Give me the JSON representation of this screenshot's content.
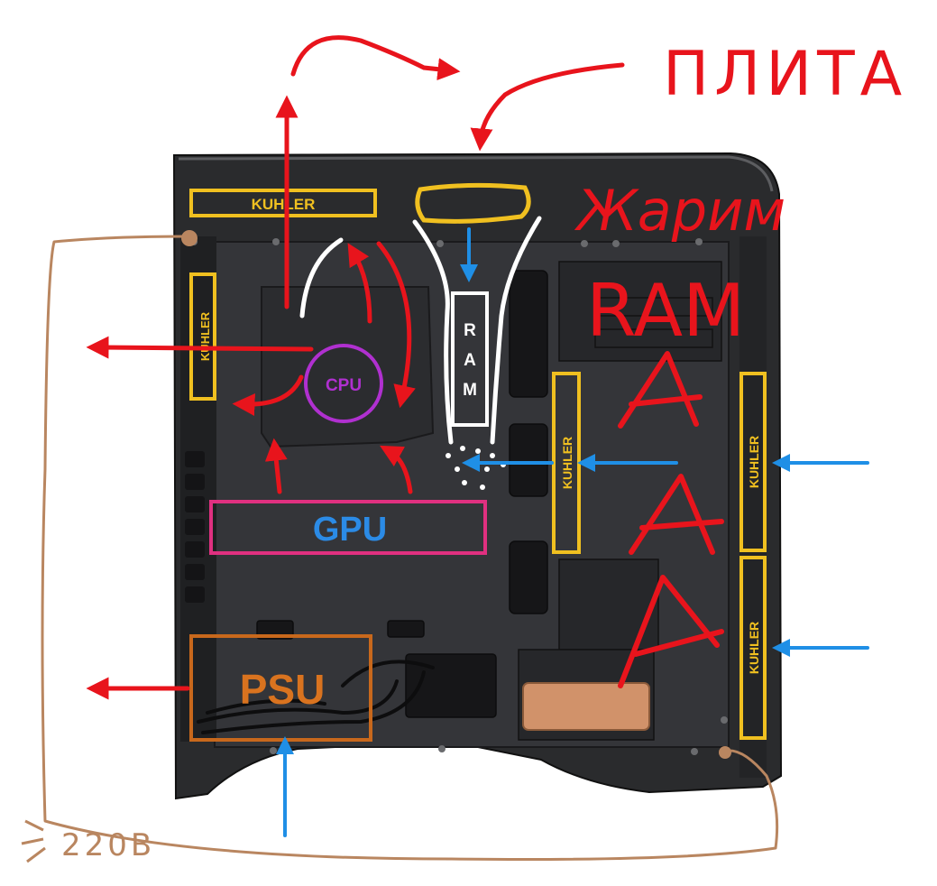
{
  "labels": {
    "kuhler": "KUHLER",
    "ram": "RAM",
    "cpu": "CPU",
    "gpu": "GPU",
    "psu": "PSU",
    "plita": "ПЛИТА",
    "zharim": "Жарим",
    "ram_scribble": "RAM",
    "voltage": "220В"
  },
  "colors": {
    "case": "#2a2b2d",
    "case_dark": "#1b1c1e",
    "panel": "#333437",
    "kuhler_box": "#f0c020",
    "ram_outline": "#ffffff",
    "cpu_circle": "#b030d0",
    "gpu_box": "#e03080",
    "gpu_text": "#2b8be6",
    "psu_box": "#c8681c",
    "psu_text": "#d9731f",
    "hot_arrow": "#e8141c",
    "cool_arrow": "#1f8fe6",
    "power_cable": "#b98660"
  },
  "icons": [
    "hot-air-arrow-icon",
    "cool-air-arrow-icon",
    "power-cable-icon"
  ]
}
